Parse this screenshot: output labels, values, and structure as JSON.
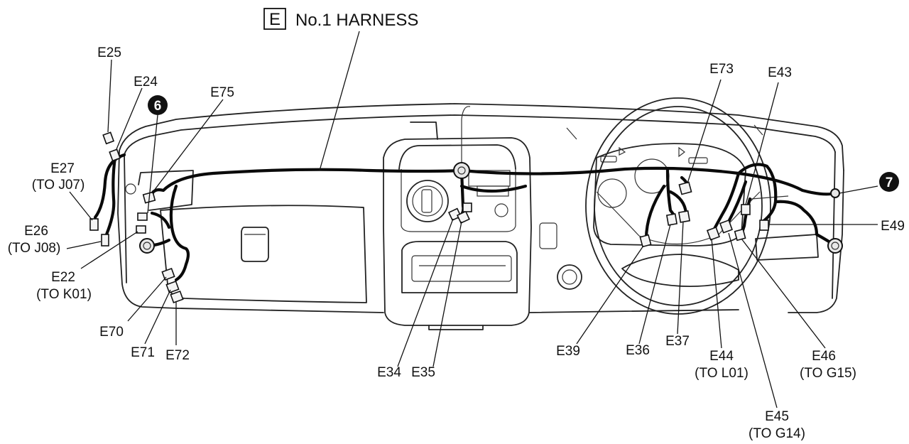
{
  "title": {
    "box_letter": "E",
    "text": "No.1 HARNESS"
  },
  "ground_markers": [
    {
      "id": "g6",
      "label": "6"
    },
    {
      "id": "g7",
      "label": "7"
    }
  ],
  "labels": {
    "E25": {
      "name": "E25",
      "note": ""
    },
    "E24": {
      "name": "E24",
      "note": ""
    },
    "E75": {
      "name": "E75",
      "note": ""
    },
    "E27": {
      "name": "E27",
      "note": "(TO J07)"
    },
    "E26": {
      "name": "E26",
      "note": "(TO J08)"
    },
    "E22": {
      "name": "E22",
      "note": "(TO K01)"
    },
    "E70": {
      "name": "E70",
      "note": ""
    },
    "E71": {
      "name": "E71",
      "note": ""
    },
    "E72": {
      "name": "E72",
      "note": ""
    },
    "E34": {
      "name": "E34",
      "note": ""
    },
    "E35": {
      "name": "E35",
      "note": ""
    },
    "E73": {
      "name": "E73",
      "note": ""
    },
    "E43": {
      "name": "E43",
      "note": ""
    },
    "E49": {
      "name": "E49",
      "note": ""
    },
    "E39": {
      "name": "E39",
      "note": ""
    },
    "E36": {
      "name": "E36",
      "note": ""
    },
    "E37": {
      "name": "E37",
      "note": ""
    },
    "E44": {
      "name": "E44",
      "note": "(TO L01)"
    },
    "E46": {
      "name": "E46",
      "note": "(TO G15)"
    },
    "E45": {
      "name": "E45",
      "note": "(TO G14)"
    }
  },
  "colors": {
    "line": "#111111",
    "marker_fill": "#111111",
    "marker_text": "#ffffff",
    "background": "#ffffff"
  }
}
